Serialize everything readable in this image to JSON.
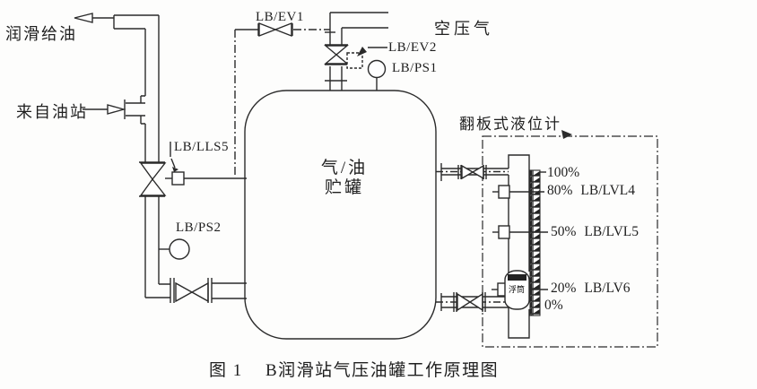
{
  "diagram": {
    "caption": {
      "figure_no": "图 1",
      "title": "B润滑站气压油罐工作原理图"
    },
    "tank": {
      "line1": "气/油",
      "line2": "贮罐"
    },
    "streams": {
      "lube_supply": "润滑给油",
      "from_oil_station": "来自油站",
      "compressed_air": "空压气"
    },
    "devices": {
      "ev1": "LB/EV1",
      "ev2": "LB/EV2",
      "ps1": "LB/PS1",
      "lls5": "LB/LLS5",
      "ps2": "LB/PS2",
      "gauge_title": "翻板式液位计",
      "float_label": "浮筒"
    },
    "levels": [
      {
        "pct": "100%",
        "tag": ""
      },
      {
        "pct": "80%",
        "tag": "LB/LVL4"
      },
      {
        "pct": "50%",
        "tag": "LB/LVL5"
      },
      {
        "pct": "20%",
        "tag": "LB/LV6"
      },
      {
        "pct": "0%",
        "tag": ""
      }
    ],
    "colors": {
      "ink": "#262626",
      "paper": "#fdfdfc"
    }
  }
}
